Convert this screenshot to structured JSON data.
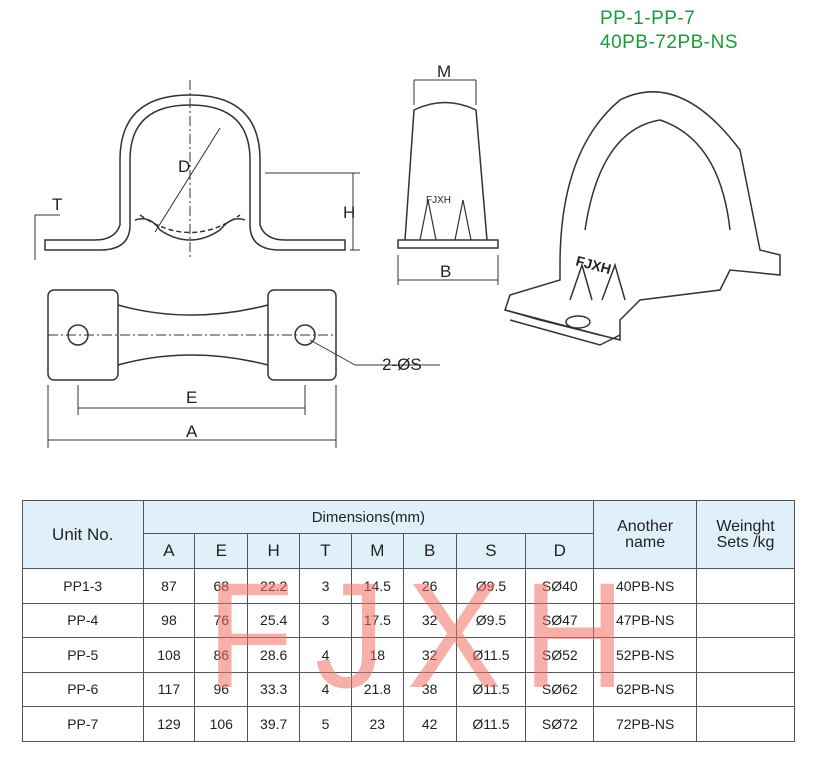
{
  "title": {
    "line1": "PP-1-PP-7",
    "line2": "40PB-72PB-NS"
  },
  "drawing_labels": {
    "T": "T",
    "D": "D",
    "H": "H",
    "M": "M",
    "B": "B",
    "E": "E",
    "A": "A",
    "S": "2-ØS",
    "brand_front": "FJXH",
    "brand_3d": "FJXH"
  },
  "table": {
    "unit_header": "Unit No.",
    "dimensions_header": "Dimensions(mm)",
    "another_header": "Another name",
    "weight_header": "Weinght Sets /kg",
    "columns": [
      "A",
      "E",
      "H",
      "T",
      "M",
      "B",
      "S",
      "D"
    ],
    "rows": [
      {
        "unit": "PP1-3",
        "vals": [
          "87",
          "68",
          "22.2",
          "3",
          "14.5",
          "26",
          "Ø9.5",
          "SØ40"
        ],
        "another": "40PB-NS",
        "weight": ""
      },
      {
        "unit": "PP-4",
        "vals": [
          "98",
          "76",
          "25.4",
          "3",
          "17.5",
          "32",
          "Ø9.5",
          "SØ47"
        ],
        "another": "47PB-NS",
        "weight": ""
      },
      {
        "unit": "PP-5",
        "vals": [
          "108",
          "86",
          "28.6",
          "4",
          "18",
          "32",
          "Ø11.5",
          "SØ52"
        ],
        "another": "52PB-NS",
        "weight": ""
      },
      {
        "unit": "PP-6",
        "vals": [
          "117",
          "96",
          "33.3",
          "4",
          "21.8",
          "38",
          "Ø11.5",
          "SØ62"
        ],
        "another": "62PB-NS",
        "weight": ""
      },
      {
        "unit": "PP-7",
        "vals": [
          "129",
          "106",
          "39.7",
          "5",
          "23",
          "42",
          "Ø11.5",
          "SØ72"
        ],
        "another": "72PB-NS",
        "weight": ""
      }
    ]
  },
  "watermark": "FJXH"
}
